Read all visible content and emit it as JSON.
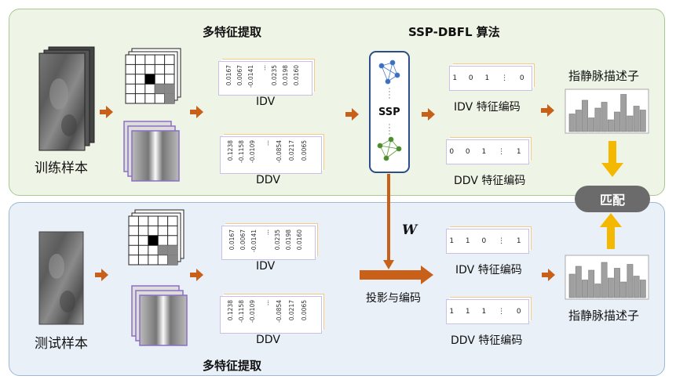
{
  "top_panel": {
    "feature_title": "多特征提取",
    "algo_title": "SSP-DBFL 算法",
    "sample_label": "训练样本",
    "idv_label": "IDV",
    "ddv_label": "DDV",
    "ssp_label": "SSP",
    "idv_vector": [
      "0.0167",
      "0.0067",
      "-0.0141",
      "...",
      "0.0235",
      "0.0198",
      "0.0160"
    ],
    "ddv_vector": [
      "0.1238",
      "-0.1158",
      "-0.0109",
      "...",
      "-0.0854",
      "0.0217",
      "0.0065"
    ],
    "idv_code": "1 0 1 ⋮ 0",
    "ddv_code": "0 0 1 ⋮ 1",
    "idv_code_label": "IDV 特征编码",
    "ddv_code_label": "DDV 特征编码",
    "descriptor_label": "指静脉描述子"
  },
  "middle": {
    "match_label": "匹配",
    "w_label": "W",
    "projection_label": "投影与编码"
  },
  "bottom_panel": {
    "feature_title": "多特征提取",
    "sample_label": "测试样本",
    "idv_label": "IDV",
    "ddv_label": "DDV",
    "idv_vector": [
      "0.0167",
      "0.0067",
      "-0.0141",
      "...",
      "0.0235",
      "0.0198",
      "0.0160"
    ],
    "ddv_vector": [
      "0.1238",
      "-0.1158",
      "-0.0109",
      "...",
      "-0.0854",
      "0.0217",
      "0.0065"
    ],
    "idv_code": "1 1 0 ⋮ 1",
    "ddv_code": "1 1 1 ⋮ 0",
    "idv_code_label": "IDV 特征编码",
    "ddv_code_label": "DDV 特征编码",
    "descriptor_label": "指静脉描述子"
  },
  "colors": {
    "top_panel_bg": "#eef4e6",
    "top_panel_border": "#a9c98f",
    "bottom_panel_bg": "#e9f0f8",
    "bottom_panel_border": "#9db8d8",
    "arrow_orange": "#c8601a",
    "arrow_yellow": "#f5b800",
    "ssp_border": "#2a4f8a",
    "match_bg": "#6b6b6b"
  },
  "histograms": {
    "top": [
      0.45,
      0.55,
      0.8,
      0.35,
      0.6,
      0.75,
      0.3,
      0.5,
      0.95,
      0.4,
      0.65,
      0.55
    ],
    "bottom": [
      0.6,
      0.8,
      0.45,
      0.7,
      0.35,
      0.9,
      0.5,
      0.75,
      0.4,
      0.85,
      0.55,
      0.45
    ]
  }
}
